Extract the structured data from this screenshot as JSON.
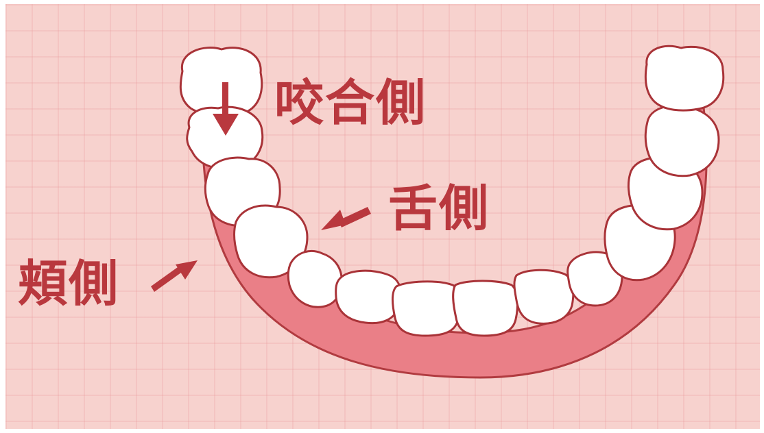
{
  "labels": {
    "occlusal": "咬合側",
    "lingual": "舌側",
    "buccal": "頬側"
  },
  "colors": {
    "background": "#f7d2ce",
    "grid": "#eba0a0",
    "gum": "#ea7f87",
    "gum_outline": "#b13b40",
    "tooth_fill": "#ffffff",
    "tooth_outline": "#a93338",
    "label_text": "#b9383e",
    "arrow": "#b9383e"
  },
  "arrows": [
    {
      "target": "occlusal",
      "direction": "down"
    },
    {
      "target": "lingual",
      "direction": "down-left"
    },
    {
      "target": "buccal",
      "direction": "up-right"
    }
  ]
}
